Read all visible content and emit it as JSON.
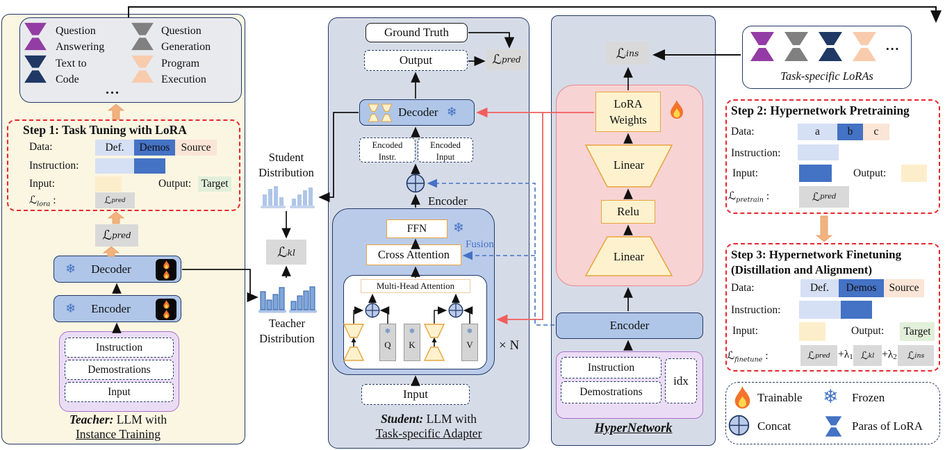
{
  "colors": {
    "navy": "#203864",
    "cream": "#FBF6E2",
    "panelblue": "#D6DCE7",
    "modblue": "#AFC6E8",
    "innerblue": "#BACBEA",
    "pink": "#F7D3D4",
    "pinkline": "#E9898C",
    "yellow": "#FEF2CE",
    "yellowline": "#E8A33D",
    "graybox": "#D9D9D9",
    "purplefill": "#EBDCF6",
    "purpleline": "#A96FC9",
    "reddash": "#E8252C",
    "redline": "#F15E5E",
    "blueline": "#4472C4",
    "barlight": "#D6E0F4",
    "barblue": "#4472C4",
    "barpeach": "#FBE5D6",
    "baryellow": "#FDEECB",
    "bargreen": "#E2EFDA",
    "btpurple": "#943CA5",
    "btgray": "#808080",
    "btnavy": "#1F3864",
    "btpeach": "#F8CBAD",
    "btblue": "#4472C4",
    "peacharrow": "#F2B27E",
    "qkv": "#D4D4D4"
  },
  "icons": {
    "snow": "❄"
  },
  "left": {
    "tasks": [
      {
        "l1": "Question",
        "l2": "Answering"
      },
      {
        "l1": "Question",
        "l2": "Generation"
      },
      {
        "l1": "Text to",
        "l2": "Code"
      },
      {
        "l1": "Program",
        "l2": "Execution"
      }
    ],
    "ellipsis": "...",
    "step1": {
      "title": "Step 1: Task Tuning with LoRA",
      "data": "Data:",
      "def": "Def.",
      "demos": "Demos",
      "source": "Source",
      "instruction": "Instruction:",
      "input": "Input:",
      "output": "Output:",
      "target": "Target"
    },
    "decoder": "Decoder",
    "encoder": "Encoder",
    "inst": "Instruction",
    "demo": "Demostrations",
    "inp": "Input",
    "cap1a": "Teacher:",
    "cap1b": " LLM with",
    "cap2": "Instance Training"
  },
  "mid": {
    "sd1": "Student",
    "sd2": "Distribution",
    "td1": "Teacher",
    "td2": "Distribution"
  },
  "student": {
    "ground_truth": "Ground Truth",
    "output": "Output",
    "decoder": "Decoder",
    "enc_instr1": "Encoded",
    "enc_instr2": "Instr.",
    "enc_input1": "Encoded",
    "enc_input2": "Input",
    "encoder": "Encoder",
    "ffn": "FFN",
    "cross": "Cross Attention",
    "fusion": "Fusion",
    "mha": "Multi-Head Attention",
    "q": "Q",
    "k": "K",
    "v": "V",
    "xn": "× N",
    "input": "Input",
    "cap1a": "Student:",
    "cap1b": " LLM with",
    "cap2": "Task-specific Adapter"
  },
  "hyper": {
    "lw1": "LoRA",
    "lw2": "Weights",
    "linear1": "Linear",
    "relu": "Relu",
    "linear2": "Linear",
    "encoder": "Encoder",
    "inst": "Instruction",
    "demo": "Demostrations",
    "idx": "idx",
    "cap": "HyperNetwork"
  },
  "right": {
    "loras_cap": "Task-specific LoRAs",
    "ellipsis": "...",
    "step2": {
      "title": "Step 2: Hypernetwork Pretraining",
      "data": "Data:",
      "a": "a",
      "b": "b",
      "c": "c",
      "instruction": "Instruction:",
      "input": "Input:",
      "output": "Output:"
    },
    "step3": {
      "title1": "Step 3: Hypernetwork Finetuning",
      "title2": "(Distillation and Alignment)",
      "data": "Data:",
      "def": "Def.",
      "demos": "Demos",
      "source": "Source",
      "instruction": "Instruction:",
      "input": "Input:",
      "output": "Output:",
      "target": "Target"
    },
    "legend": {
      "trainable": "Trainable",
      "frozen": "Frozen",
      "concat": "Concat",
      "paras": "Paras of LoRA"
    }
  },
  "loss": {
    "sym": "ℒ",
    "pred": "pred",
    "kl": "kl",
    "ins": "ins",
    "lora": "lora",
    "pretrain": "pretrain",
    "finetune": "finetune",
    "colon": ":",
    "plus_l1": "+λ",
    "s1": "1",
    "plus_l2": "+λ",
    "s2": "2"
  }
}
